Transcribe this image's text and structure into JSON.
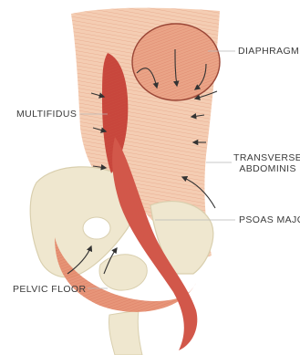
{
  "labels": {
    "diaphragm": "DIAPHRAGM",
    "multifidus": "MULTIFIDUS",
    "transverse_line1": "TRANSVERSE",
    "transverse_line2": "ABDOMINIS",
    "psoas_major": "PSOAS MAJOR",
    "pelvic_floor": "PELVIC FLOOR"
  },
  "colors": {
    "muscle_light": "#f1c2a6",
    "muscle_mid": "#e48a6a",
    "muscle_dark": "#c8463c",
    "bone": "#efe7cf",
    "bone_shade": "#d9cfae",
    "leader_line": "#b8b8b8",
    "arrow": "#333333",
    "text": "#3a3a3a"
  }
}
